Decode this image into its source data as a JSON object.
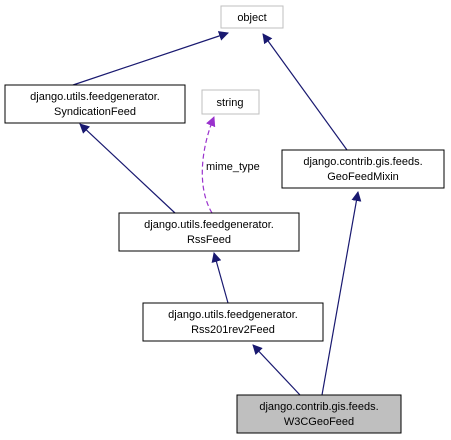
{
  "colors": {
    "node_border": "#000000",
    "muted_border": "#bfbfbf",
    "highlight_fill": "#bfbfbf",
    "normal_fill": "#ffffff",
    "inheritance_edge": "#191970",
    "usage_edge": "#9a32cd"
  },
  "nodes": {
    "object": {
      "lines": [
        "object"
      ]
    },
    "syndication_feed": {
      "lines": [
        "django.utils.feedgenerator.",
        "SyndicationFeed"
      ]
    },
    "string": {
      "lines": [
        "string"
      ]
    },
    "geo_feed_mixin": {
      "lines": [
        "django.contrib.gis.feeds.",
        "GeoFeedMixin"
      ]
    },
    "rss_feed": {
      "lines": [
        "django.utils.feedgenerator.",
        "RssFeed"
      ]
    },
    "rss201rev2_feed": {
      "lines": [
        "django.utils.feedgenerator.",
        "Rss201rev2Feed"
      ]
    },
    "w3c_geo_feed": {
      "lines": [
        "django.contrib.gis.feeds.",
        "W3CGeoFeed"
      ]
    }
  },
  "edges": {
    "mime_type_label": "mime_type"
  }
}
